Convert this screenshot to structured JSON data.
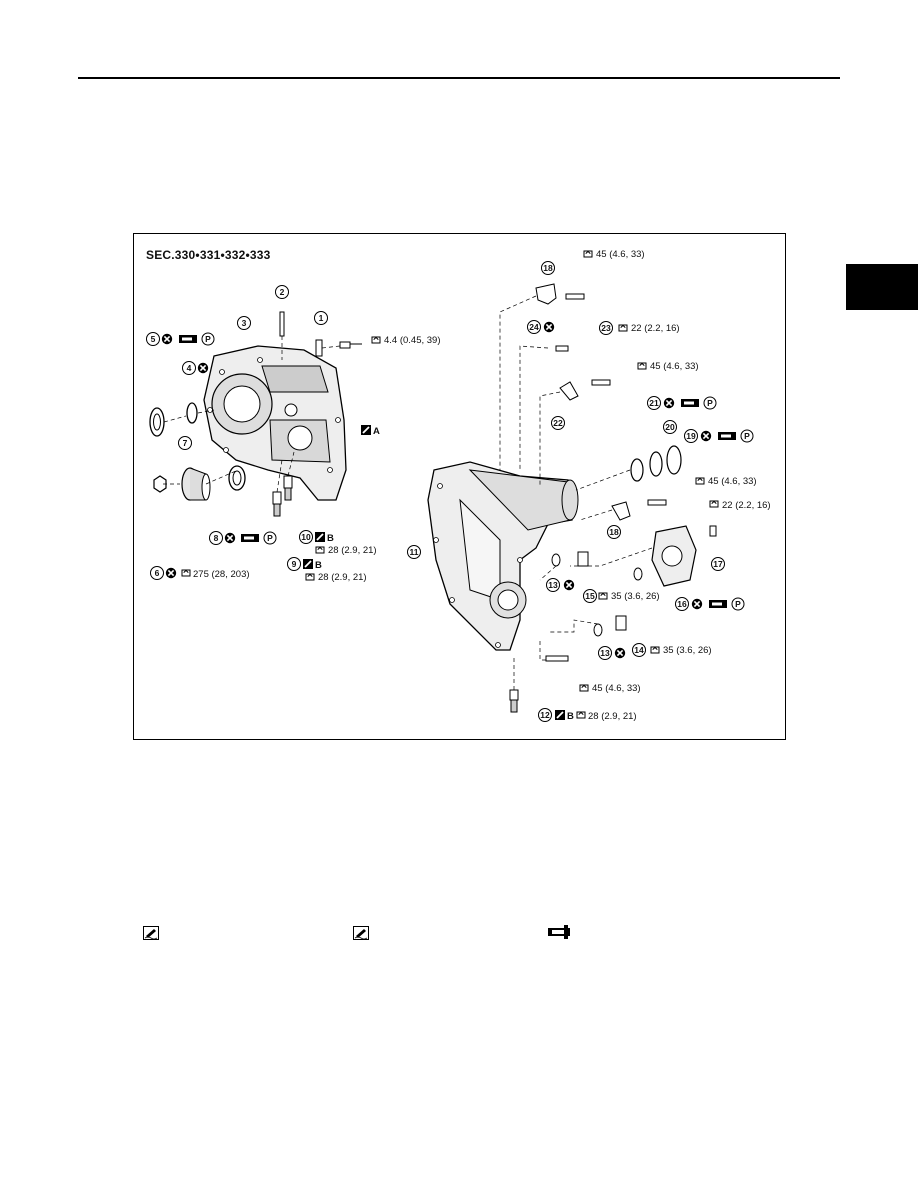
{
  "section": "SEC.330•331•332•333",
  "parts": [
    {
      "n": "1"
    },
    {
      "n": "2"
    },
    {
      "n": "3"
    },
    {
      "n": "4"
    },
    {
      "n": "5"
    },
    {
      "n": "6"
    },
    {
      "n": "7"
    },
    {
      "n": "8"
    },
    {
      "n": "9"
    },
    {
      "n": "10"
    },
    {
      "n": "11"
    },
    {
      "n": "12"
    },
    {
      "n": "13"
    },
    {
      "n": "14"
    },
    {
      "n": "15"
    },
    {
      "n": "16"
    },
    {
      "n": "17"
    },
    {
      "n": "18"
    },
    {
      "n": "19"
    },
    {
      "n": "20"
    },
    {
      "n": "21"
    },
    {
      "n": "22"
    },
    {
      "n": "23"
    },
    {
      "n": "24"
    }
  ],
  "labels": {
    "torque_1": "4.4 (0.45, 39)",
    "sealant_a": "A",
    "sealant_b": "B",
    "torque_6": "275 (28, 203)",
    "torque_10": "28 (2.9, 21)",
    "torque_9": "28 (2.9, 21)",
    "torque_18_top": "45 (4.6, 33)",
    "torque_23": "22 (2.2, 16)",
    "torque_22": "45 (4.6, 33)",
    "torque_18_mid": "45 (4.6, 33)",
    "torque_17": "22 (2.2, 16)",
    "torque_15": "35 (3.6, 26)",
    "torque_14": "35 (3.6, 26)",
    "torque_bottom": "45 (4.6, 33)",
    "torque_12": "28 (2.9, 21)",
    "symbol_p": "P"
  },
  "legend": [
    {
      "icon": "sealant-icon"
    },
    {
      "icon": "sealant-icon"
    },
    {
      "icon": "grease-icon"
    }
  ]
}
